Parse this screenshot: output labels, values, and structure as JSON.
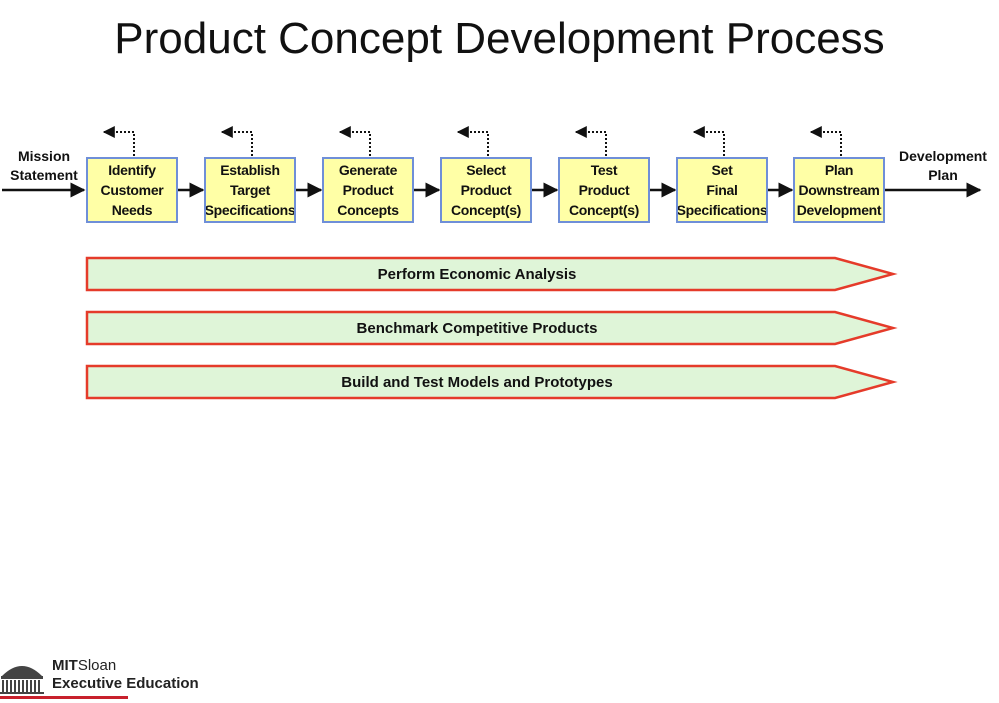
{
  "title": "Product Concept Development Process",
  "input": [
    "Mission",
    "Statement"
  ],
  "output": [
    "Development",
    "Plan"
  ],
  "steps": [
    [
      "Identify",
      "Customer",
      "Needs"
    ],
    [
      "Establish",
      "Target",
      "Specifications"
    ],
    [
      "Generate",
      "Product",
      "Concepts"
    ],
    [
      "Select",
      "Product",
      "Concept(s)"
    ],
    [
      "Test",
      "Product",
      "Concept(s)"
    ],
    [
      "Set",
      "Final",
      "Specifications"
    ],
    [
      "Plan",
      "Downstream",
      "Development"
    ]
  ],
  "activities": [
    "Perform Economic Analysis",
    "Benchmark Competitive Products",
    "Build and Test Models and Prototypes"
  ],
  "logo": {
    "line1_bold": "MIT",
    "line1_thin": "Sloan",
    "line2": "Executive Education"
  },
  "colors": {
    "step_fill": "#ffffa6",
    "step_border": "#6f8fd8",
    "activity_fill": "#dff5d8",
    "activity_border": "#e53b2a",
    "logo_underline": "#c8202c"
  }
}
